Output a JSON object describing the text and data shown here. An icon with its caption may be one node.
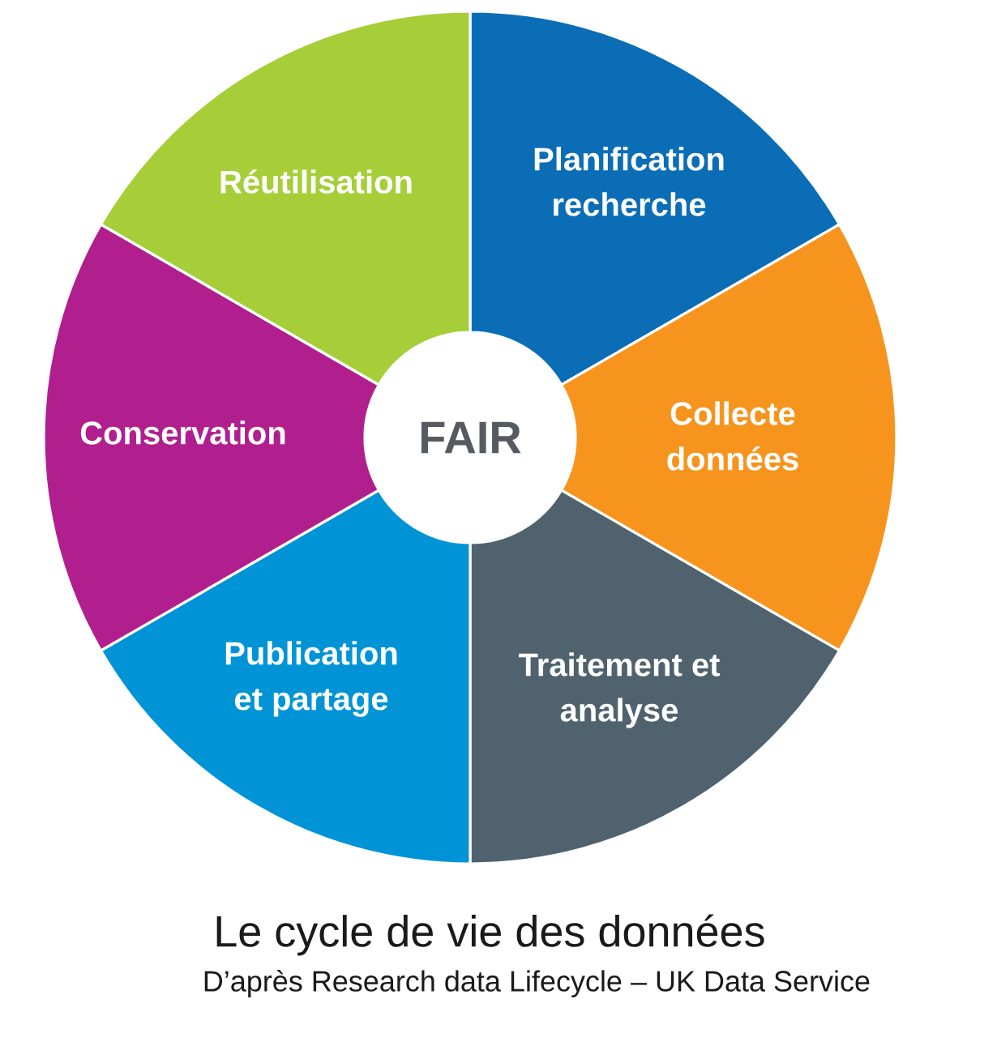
{
  "diagram": {
    "caption": "Le cycle de vie des données",
    "nodes": [
      {
        "text": [
          "Planification recherche"
        ]
      },
      {
        "text": [
          "Collecte données"
        ]
      },
      {
        "text": [
          "Traitement et analyse"
        ]
      },
      {
        "text": [
          "Publication et partage"
        ]
      },
      {
        "text": [
          "Conservation"
        ]
      },
      {
        "text": [
          "Réutilisation"
        ]
      },
      {
        "text": [
          "FAIR"
        ]
      }
    ],
    "labels": [
      "D’après Research data Lifecycle – UK Data Service"
    ]
  }
}
